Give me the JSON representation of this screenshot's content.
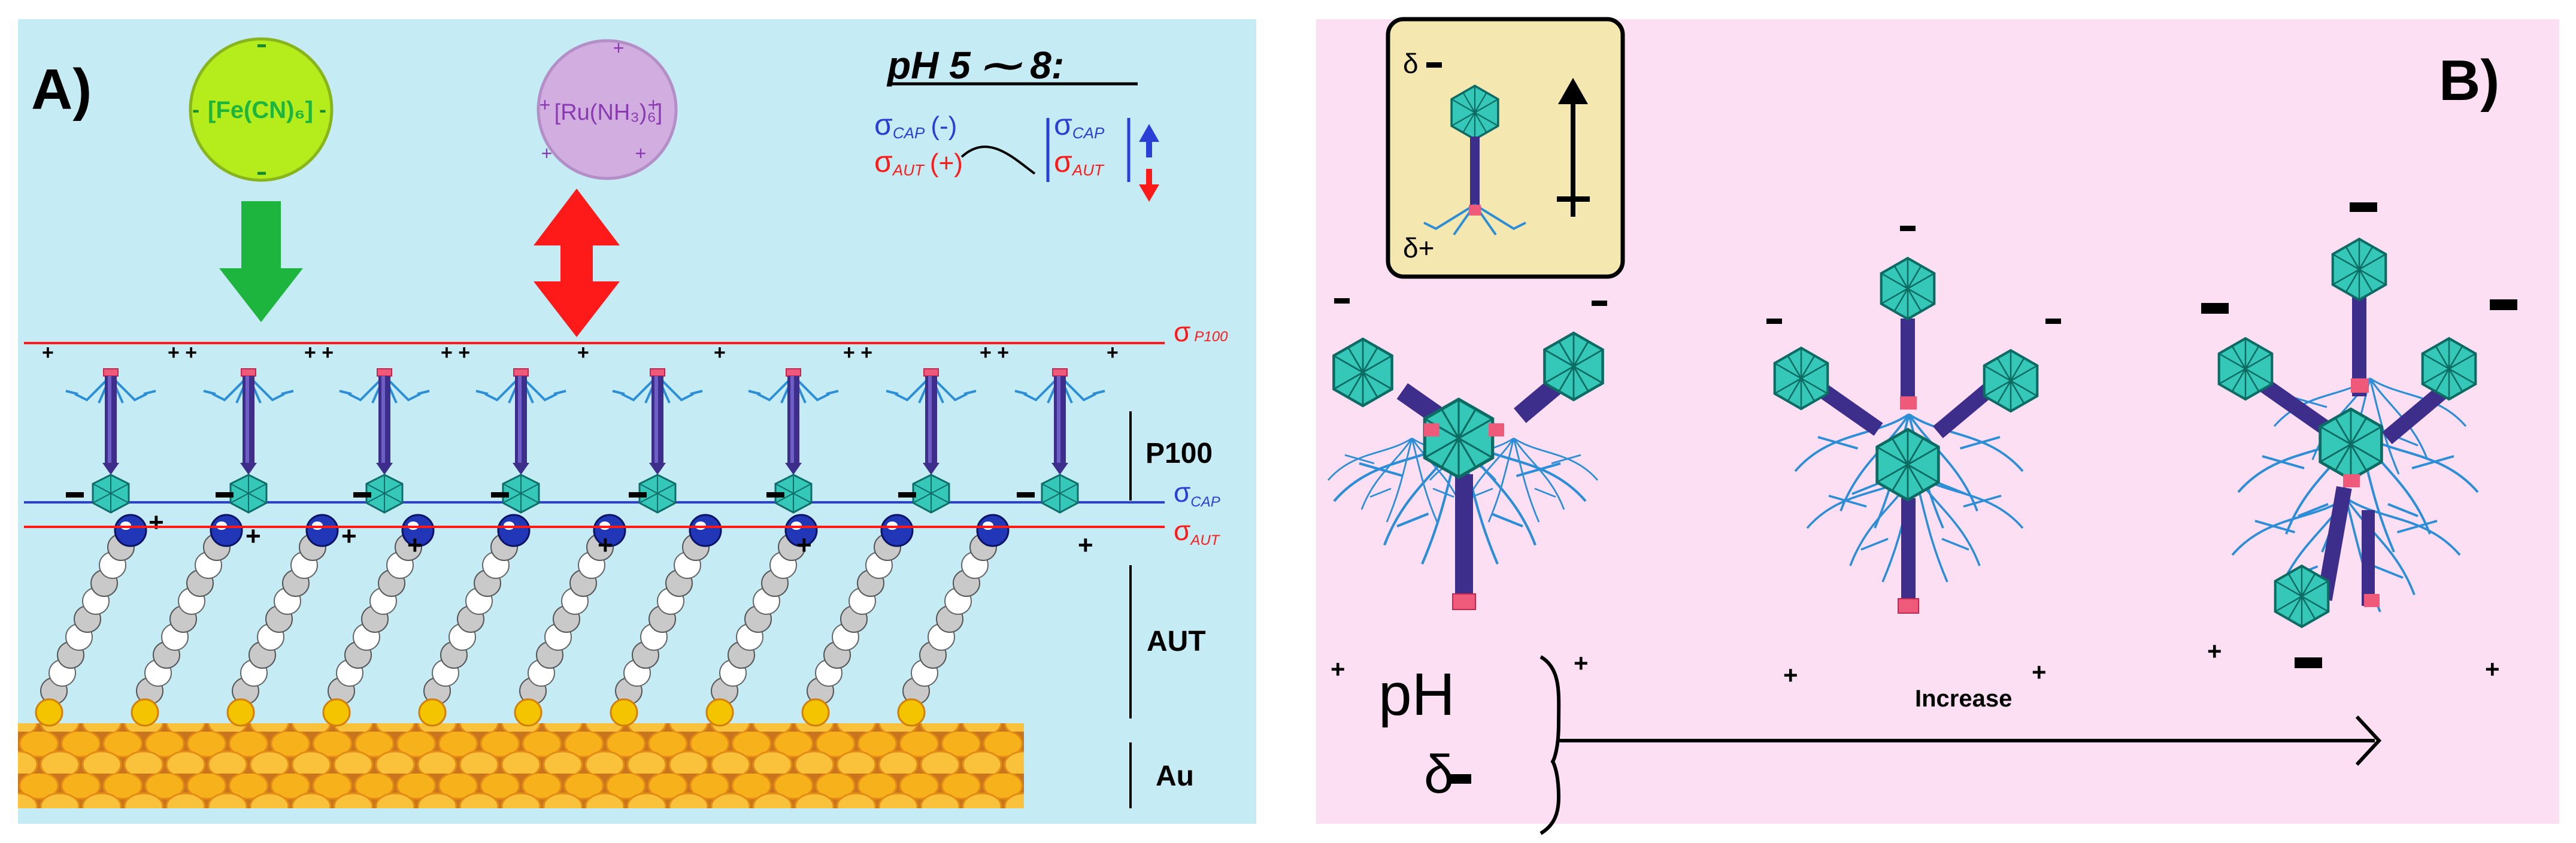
{
  "panel_a": {
    "label": "A)",
    "probe_left": {
      "text": "[Fe(CN)₆]",
      "charge": "-"
    },
    "probe_right": {
      "text": "[Ru(NH₃)₆]",
      "charge": "+"
    },
    "ph_title": "pH 5 ⁓ 8:",
    "legend": {
      "sigma": "σ",
      "cap_sub": "CAP",
      "aut_sub": "AUT",
      "cap_sign": "(-)",
      "aut_sign": "(+)"
    },
    "line_labels": {
      "sigma": "σ",
      "p100_sub": "P100",
      "cap_sub": "CAP",
      "aut_sub": "AUT"
    },
    "layers": {
      "p100": "P100",
      "aut": "AUT",
      "au": "Au"
    },
    "colors": {
      "green": "#1db53d",
      "red": "#ff1a1a",
      "blue": "#2a3fd6",
      "phage_head": "#35c7b8",
      "gold": "#f7b21b"
    }
  },
  "panel_b": {
    "label": "B)",
    "inset": {
      "delta_minus": "δ",
      "delta_plus": "δ+"
    },
    "ph": "pH",
    "delta": "δ",
    "increase": "Increase"
  }
}
